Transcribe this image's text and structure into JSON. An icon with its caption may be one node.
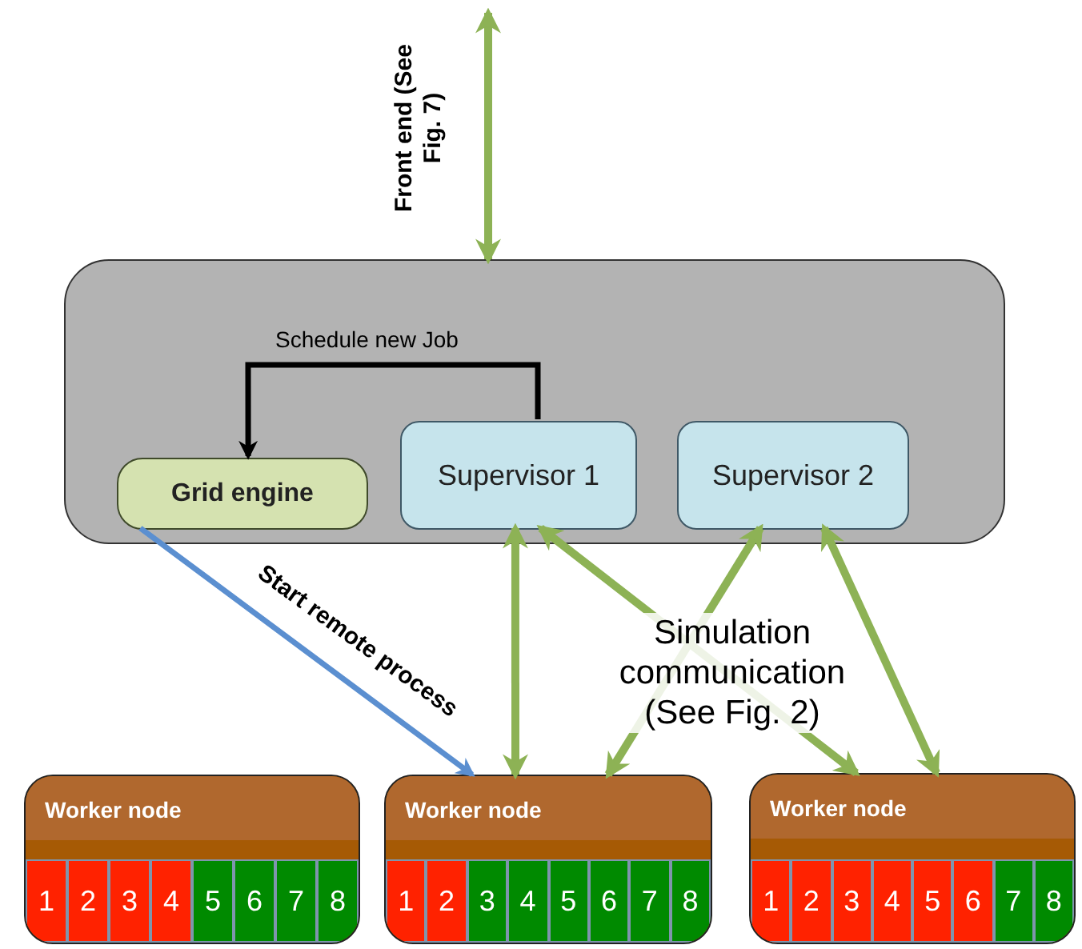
{
  "diagram": {
    "nodes": [
      {
        "text": [],
        "shape": "box"
      },
      {
        "text": [
          "Grid engine"
        ],
        "in": 0
      },
      {
        "text": [
          "Supervisor 1"
        ],
        "in": 0
      },
      {
        "text": [
          "Supervisor 2"
        ],
        "in": 0
      },
      {
        "text": [
          "Worker node"
        ]
      },
      {
        "text": [
          "1"
        ],
        "in": 4
      },
      {
        "text": [
          "2"
        ],
        "in": 4
      },
      {
        "text": [
          "3"
        ],
        "in": 4
      },
      {
        "text": [
          "4"
        ],
        "in": 4
      },
      {
        "text": [
          "5"
        ],
        "in": 4
      },
      {
        "text": [
          "6"
        ],
        "in": 4
      },
      {
        "text": [
          "7"
        ],
        "in": 4
      },
      {
        "text": [
          "8"
        ],
        "in": 4
      },
      {
        "text": [
          "Worker node"
        ]
      },
      {
        "text": [
          "1"
        ],
        "in": 13
      },
      {
        "text": [
          "2"
        ],
        "in": 13
      },
      {
        "text": [
          "3"
        ],
        "in": 13
      },
      {
        "text": [
          "4"
        ],
        "in": 13
      },
      {
        "text": [
          "5"
        ],
        "in": 13
      },
      {
        "text": [
          "6"
        ],
        "in": 13
      },
      {
        "text": [
          "7"
        ],
        "in": 13
      },
      {
        "text": [
          "8"
        ],
        "in": 13
      },
      {
        "text": [
          "Worker node"
        ]
      },
      {
        "text": [
          "1"
        ],
        "in": 22
      },
      {
        "text": [
          "2"
        ],
        "in": 22
      },
      {
        "text": [
          "3"
        ],
        "in": 22
      },
      {
        "text": [
          "4"
        ],
        "in": 22
      },
      {
        "text": [
          "5"
        ],
        "in": 22
      },
      {
        "text": [
          "6"
        ],
        "in": 22
      },
      {
        "text": [
          "7"
        ],
        "in": 22
      },
      {
        "text": [
          "8"
        ],
        "in": 22
      }
    ],
    "edges": [
      {
        "from": null,
        "to": 0,
        "arrow": "both",
        "label": "Front end (See Fig. 7)"
      },
      {
        "from": 2,
        "to": 1,
        "arrow": "to",
        "label": "Schedule new Job",
        "color": "#000000"
      },
      {
        "from": 1,
        "to": 13,
        "arrow": "to",
        "label": "Start remote process",
        "color": "#5b8fd0"
      },
      {
        "from": 2,
        "to": 13,
        "arrow": "both"
      },
      {
        "from": 2,
        "to": 22,
        "arrow": "both"
      },
      {
        "from": 3,
        "to": 13,
        "arrow": "both"
      },
      {
        "from": 3,
        "to": 22,
        "arrow": "both"
      }
    ],
    "labels": [
      "Simulation communication (See Fig. 2)"
    ]
  }
}
